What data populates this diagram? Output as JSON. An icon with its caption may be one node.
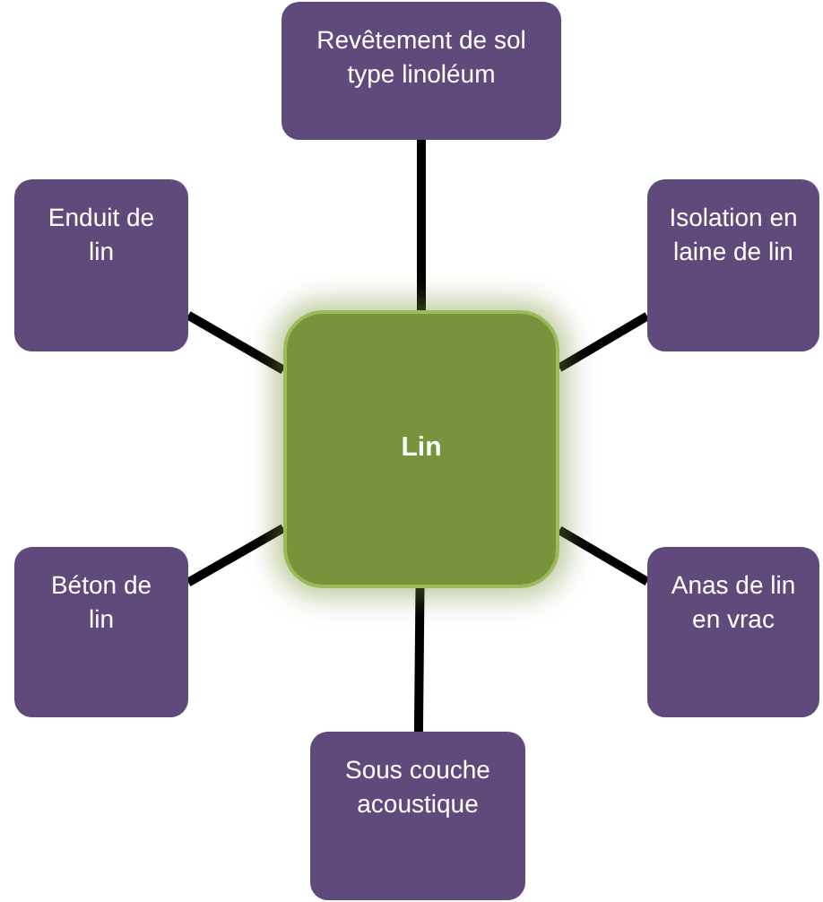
{
  "diagram": {
    "nodes": [
      {
        "text": [
          "Revêtement de sol type linoléum"
        ]
      },
      {
        "text": [
          "Enduit de lin"
        ]
      },
      {
        "text": [
          "Isolation en laine de lin"
        ]
      },
      {
        "text": [
          "Lin"
        ]
      },
      {
        "text": [
          "Béton de lin"
        ]
      },
      {
        "text": [
          "Anas de lin en vrac"
        ]
      },
      {
        "text": [
          "Sous couche acoustique"
        ]
      }
    ],
    "edges": [
      {
        "from": 3,
        "to": 0,
        "arrow": "none"
      },
      {
        "from": 3,
        "to": 1,
        "arrow": "none"
      },
      {
        "from": 3,
        "to": 2,
        "arrow": "none"
      },
      {
        "from": 3,
        "to": 4,
        "arrow": "none"
      },
      {
        "from": 3,
        "to": 5,
        "arrow": "none"
      },
      {
        "from": 3,
        "to": 6,
        "arrow": "none"
      }
    ]
  }
}
